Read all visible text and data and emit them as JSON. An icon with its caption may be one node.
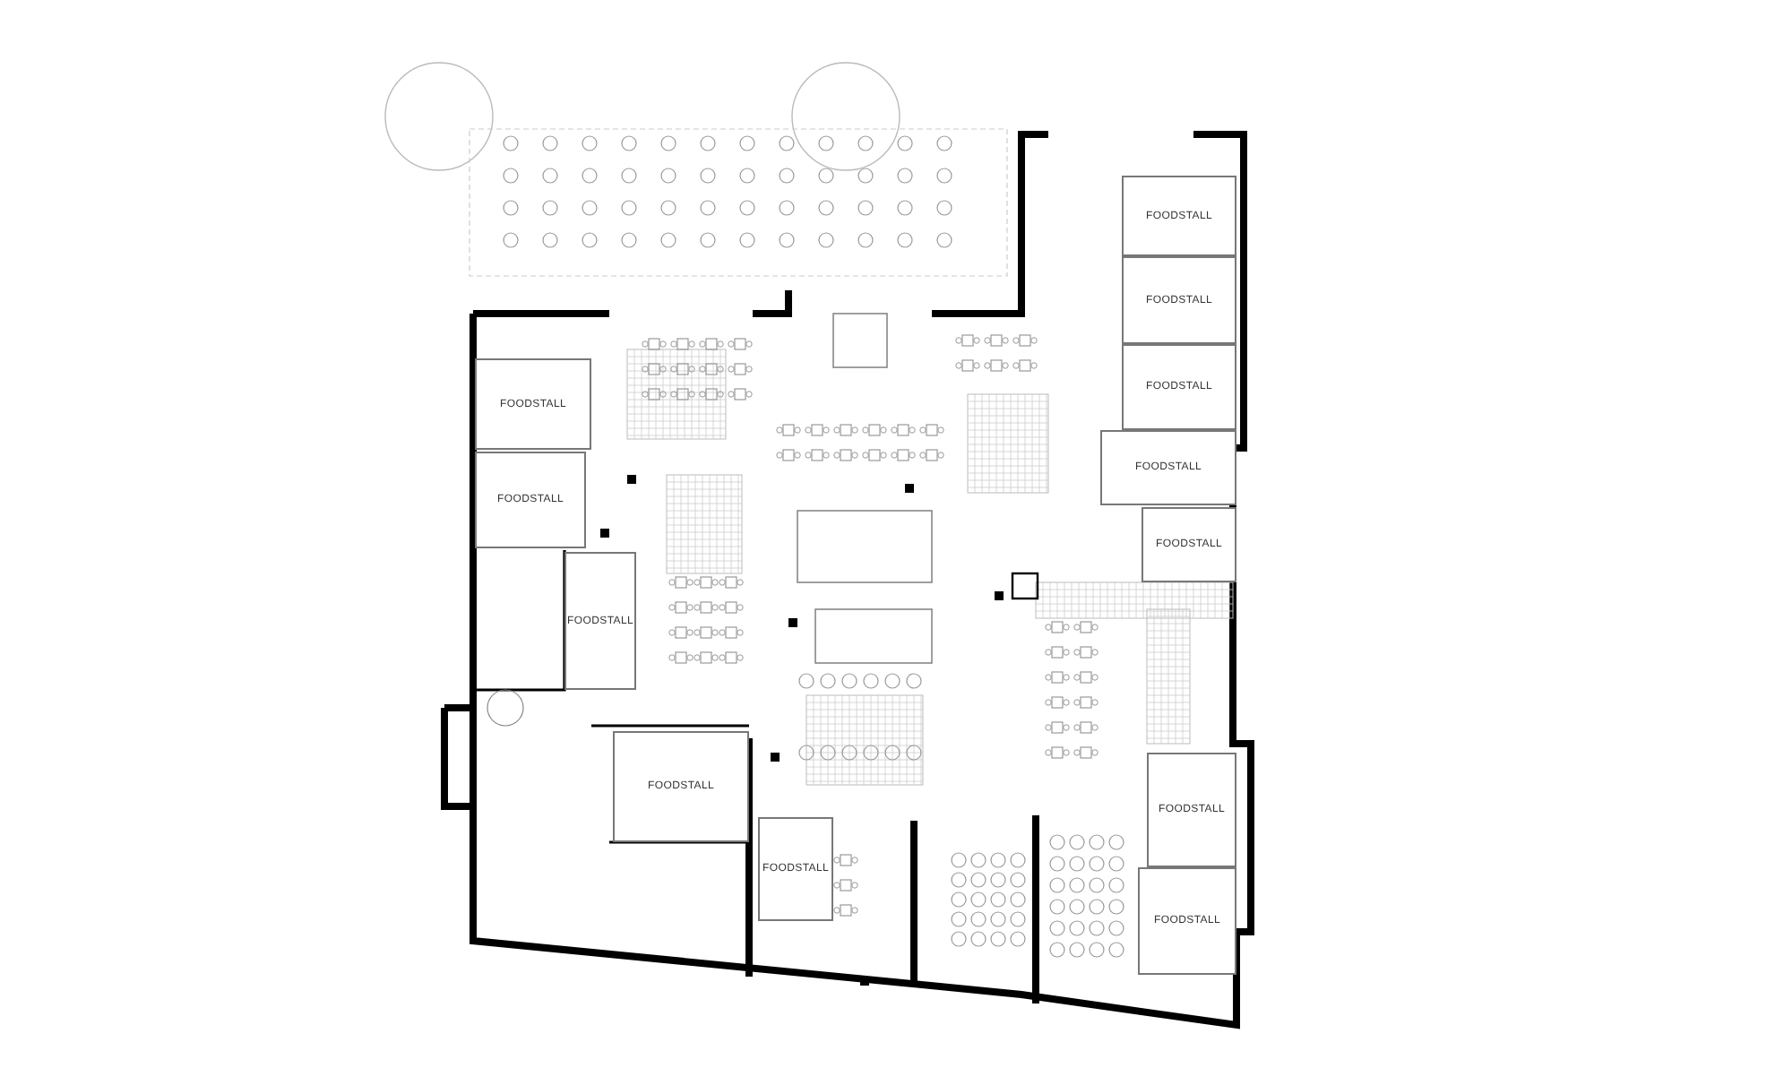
{
  "diagram": {
    "nodes": [
      {
        "text": [
          "FOODSTALL"
        ]
      },
      {
        "text": [
          "FOODSTALL"
        ]
      },
      {
        "text": [
          "FOODSTALL"
        ]
      },
      {
        "text": [
          "FOODSTALL"
        ]
      },
      {
        "text": [
          "FOODSTALL"
        ]
      },
      {
        "text": [
          "FOODSTALL"
        ]
      },
      {
        "text": [
          "FOODSTALL"
        ]
      },
      {
        "text": [
          "FOODSTALL"
        ]
      },
      {
        "text": [
          "FOODSTALL"
        ]
      },
      {
        "text": [
          "FOODSTALL"
        ]
      },
      {
        "text": [
          "FOODSTALL"
        ]
      },
      {
        "text": [
          "FOODSTALL"
        ]
      }
    ]
  }
}
